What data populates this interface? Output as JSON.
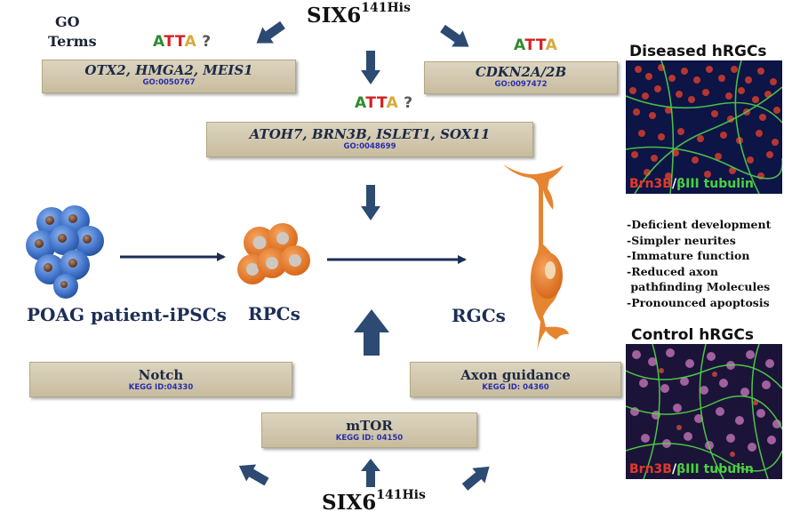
{
  "go_terms_label": [
    "GO",
    "Terms"
  ],
  "top_gene": {
    "name": "SIX6",
    "superscript": "141His"
  },
  "bottom_gene": {
    "name": "SIX6",
    "superscript": "141His"
  },
  "motifs": {
    "left": {
      "letters": [
        "A",
        "T",
        "T",
        "A"
      ],
      "question": "?"
    },
    "center": {
      "letters": [
        "A",
        "T",
        "T",
        "A"
      ],
      "question": "?"
    },
    "right": {
      "letters": [
        "A",
        "T",
        "T",
        "A"
      ]
    }
  },
  "go_boxes": [
    {
      "genes": "OTX2, HMGA2, MEIS1",
      "id": "GO:0050767"
    },
    {
      "genes": "CDKN2A/2B",
      "id": "GO:0097472"
    },
    {
      "genes": "ATOH7, BRN3B, ISLET1, SOX11",
      "id": "GO:0048699"
    }
  ],
  "kegg_boxes": [
    {
      "name": "Notch",
      "id": "KEGG ID:04330"
    },
    {
      "name": "Axon guidance",
      "id": "KEGG ID: 04360"
    },
    {
      "name": "mTOR",
      "id": "KEGG ID: 04150"
    }
  ],
  "cells": {
    "ipsc_label": "POAG patient-iPSCs",
    "rpc_label": "RPCs",
    "rgc_label": "RGCs"
  },
  "panels": {
    "diseased_title": "Diseased hRGCs",
    "control_title": "Control hRGCs",
    "stain_red": "Brn3B",
    "stain_sep": "/",
    "stain_green": "βIII tubulin"
  },
  "features": [
    "-Deficient development",
    "-Simpler neurites",
    "-Immature function",
    "-Reduced axon",
    " pathfinding Molecules",
    "-Pronounced apoptosis"
  ],
  "colors": {
    "motif_A": "#2e8b2e",
    "motif_T": "#d42020",
    "motif_A2": "#d6aa3c",
    "arrow": "#2c4a72",
    "cell_orange": "#e07a2a",
    "ipsc_blue": "#4a82d8"
  }
}
